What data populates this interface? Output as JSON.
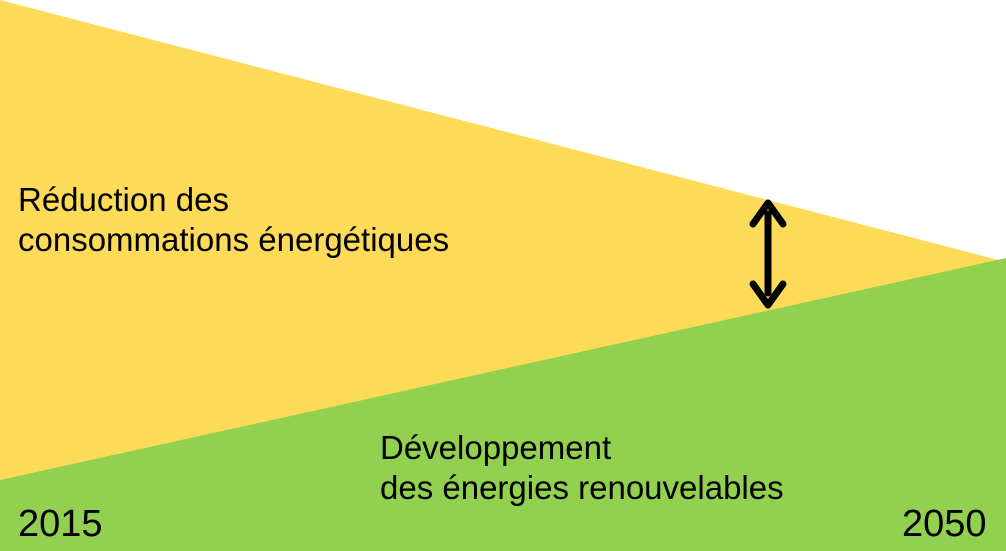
{
  "colors": {
    "reduction_area": "#FDDB59",
    "development_area": "#92D050",
    "background": "#FFFFFF",
    "arrow": "#000000",
    "text": "#000000"
  },
  "reduction": {
    "line1": "Réduction des",
    "line2": "consommations énergétiques"
  },
  "development": {
    "line1": "Développement",
    "line2": "des énergies renouvelables"
  },
  "years": {
    "start": "2015",
    "end": "2050"
  },
  "icons": {
    "gap_arrow": "double-headed-vertical-arrow-icon"
  }
}
